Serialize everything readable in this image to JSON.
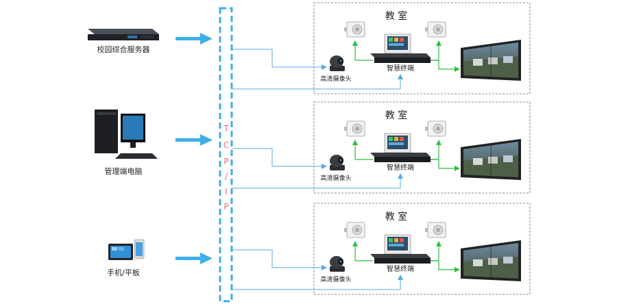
{
  "sources": [
    {
      "label": "校园综合服务器",
      "icon": "server-icon"
    },
    {
      "label": "管理端电脑",
      "icon": "desktop-pc-icon"
    },
    {
      "label": "手机/平板",
      "icon": "tablet-phone-icon"
    }
  ],
  "bus": {
    "label": "TCP/IP",
    "letters": [
      "T",
      "C",
      "P",
      "/",
      "I",
      "P"
    ]
  },
  "classrooms": [
    {
      "title": "教 室",
      "camera_label": "高清摄像头",
      "terminal_label": "智慧终端"
    },
    {
      "title": "教 室",
      "camera_label": "高清摄像头",
      "terminal_label": "智慧终端"
    },
    {
      "title": "教 室",
      "camera_label": "高清摄像头",
      "terminal_label": "智慧终端"
    }
  ],
  "colors": {
    "bus": "#3daee9",
    "bus_text": "#e86a6a",
    "arrow": "#3daee9",
    "link": "#5aa9e0",
    "av_link": "#2fbf3a",
    "box_border": "#666666"
  }
}
